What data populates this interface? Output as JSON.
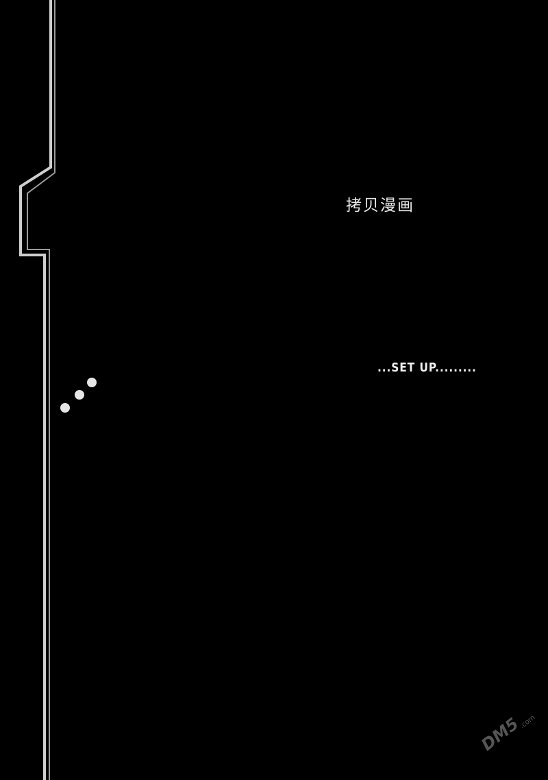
{
  "page": {
    "background": "#000000",
    "line_color": "#d9d9d9"
  },
  "chapter_title": "拷贝漫画",
  "setup_label": "...SET UP.........",
  "watermark": {
    "text": "DM5",
    "sub": ".com"
  }
}
